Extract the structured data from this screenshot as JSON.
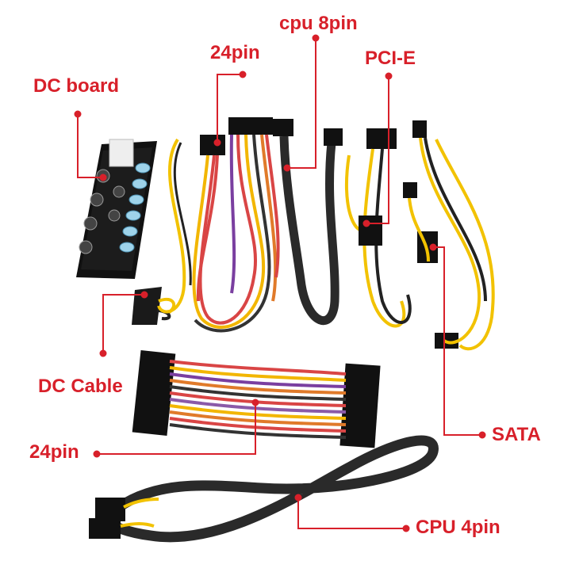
{
  "colors": {
    "label": "#d8202a",
    "leader": "#d8202a",
    "background": "#ffffff",
    "sleeve": "#2a2a2a"
  },
  "labels": {
    "dc_board": "DC board",
    "cpu_8pin": "cpu 8pin",
    "pin24_top": "24pin",
    "pci_e": "PCI-E",
    "dc_cable": "DC Cable",
    "pin24_bottom": "24pin",
    "sata": "SATA",
    "cpu_4pin": "CPU 4pin"
  }
}
